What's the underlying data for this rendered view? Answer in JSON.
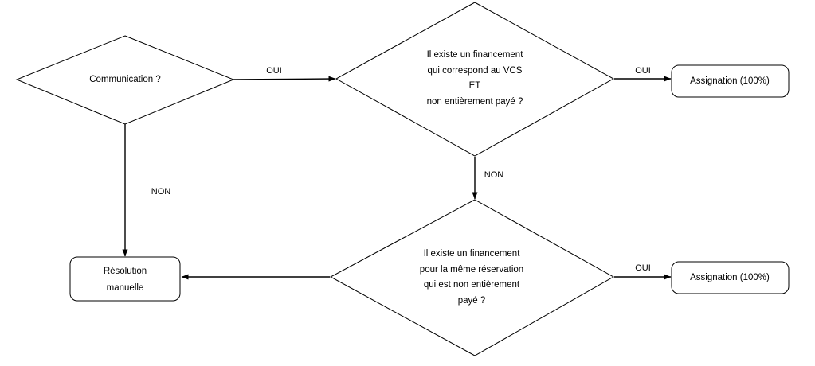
{
  "diagram": {
    "type": "flowchart",
    "language": "fr",
    "background_color": "#ffffff",
    "line_color": "#000000",
    "text_color": "#000000"
  },
  "nodes": {
    "decision_communication": {
      "shape": "diamond",
      "label": "Communication ?"
    },
    "decision_financement_vcs": {
      "shape": "diamond",
      "line1": "Il existe un financement",
      "line2": "qui correspond au VCS",
      "line3": "ET",
      "line4": "non entièrement payé ?"
    },
    "decision_financement_reservation": {
      "shape": "diamond",
      "line1": "Il existe un financement",
      "line2": "pour la même réservation",
      "line3": "qui est non entièrement",
      "line4": "payé ?"
    },
    "terminal_resolution_manuelle": {
      "shape": "rounded-rect",
      "line1": "Résolution",
      "line2": "manuelle"
    },
    "terminal_assignation_top": {
      "shape": "rounded-rect",
      "label": "Assignation (100%)"
    },
    "terminal_assignation_bottom": {
      "shape": "rounded-rect",
      "label": "Assignation (100%)"
    }
  },
  "edges": {
    "communication_oui": {
      "label": "OUI"
    },
    "communication_non": {
      "label": "NON"
    },
    "financement_vcs_oui": {
      "label": "OUI"
    },
    "financement_vcs_non": {
      "label": "NON"
    },
    "financement_reservation_oui": {
      "label": "OUI"
    },
    "financement_reservation_non": {
      "label": ""
    }
  }
}
